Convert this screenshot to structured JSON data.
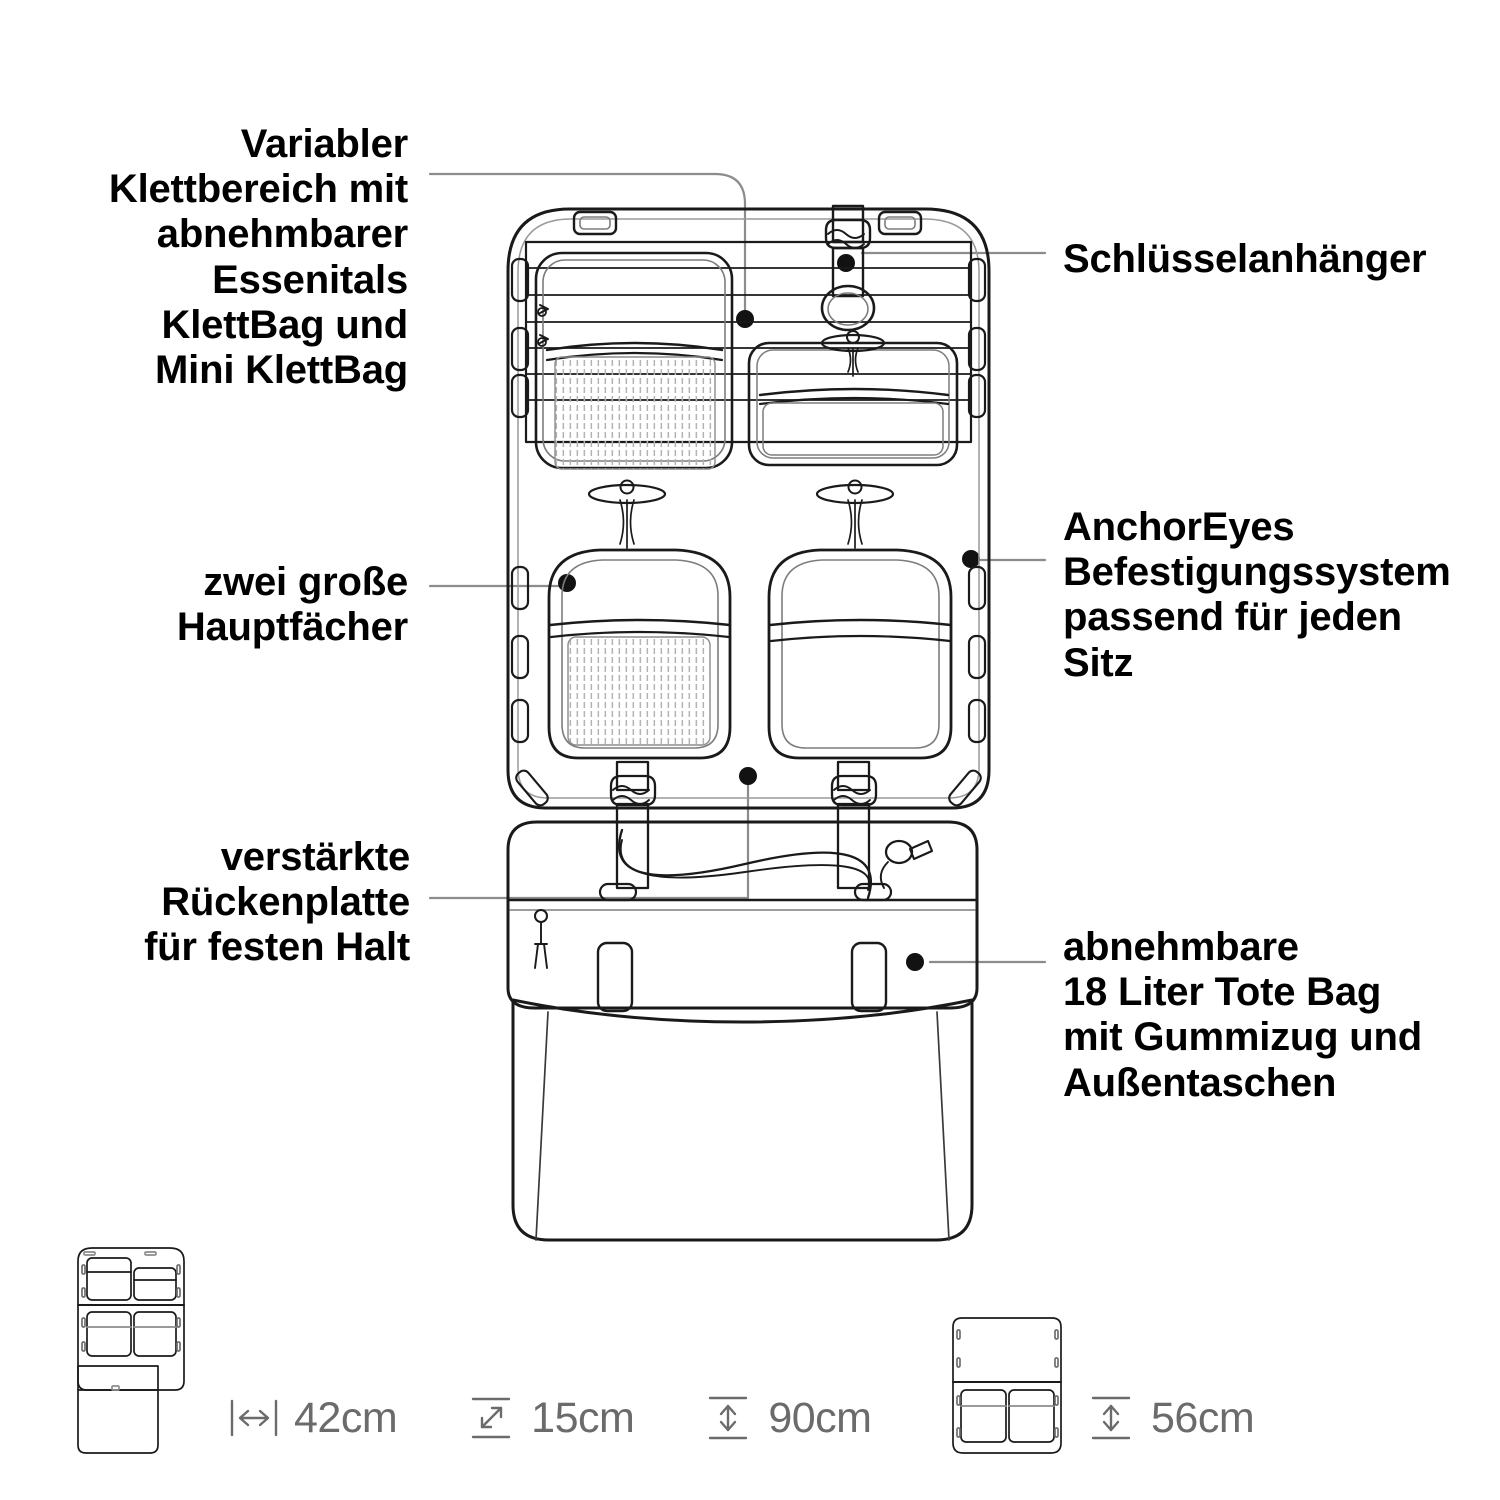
{
  "product": {
    "type": "car-seat-back-organizer",
    "view": "technical-line-drawing"
  },
  "callouts": [
    {
      "id": "velcro-area",
      "side": "left",
      "text": "Variabler\nKlettbereich mit\nabnehmbarer\nEssenitals\nKlettBag und\nMini KlettBag"
    },
    {
      "id": "main-compartments",
      "side": "left",
      "text": "zwei große\nHauptfächer"
    },
    {
      "id": "back-plate",
      "side": "left",
      "text": "verstärkte\nRückenplatte\nfür festen Halt"
    },
    {
      "id": "key-holder",
      "side": "right",
      "text": "Schlüsselanhänger"
    },
    {
      "id": "anchor-eyes",
      "side": "right",
      "text": "AnchorEyes\nBefestigungssystem\npassend für jeden\nSitz"
    },
    {
      "id": "tote-bag",
      "side": "right",
      "text": "abnehmbare\n18 Liter Tote Bag\nmit Gummizug und\nAußentaschen"
    }
  ],
  "dimensions": {
    "full": [
      {
        "icon": "width-icon",
        "value": "42cm"
      },
      {
        "icon": "depth-icon",
        "value": "15cm"
      },
      {
        "icon": "height-icon",
        "value": "90cm"
      }
    ],
    "compact": [
      {
        "icon": "height-icon",
        "value": "56cm"
      }
    ]
  },
  "colors": {
    "line": "#1a1a1a",
    "line_light": "#9a9a9a",
    "leader": "#8c8c8c",
    "text": "#000000",
    "dim_text": "#6b6b6b",
    "mesh": "#b5b5b5"
  }
}
